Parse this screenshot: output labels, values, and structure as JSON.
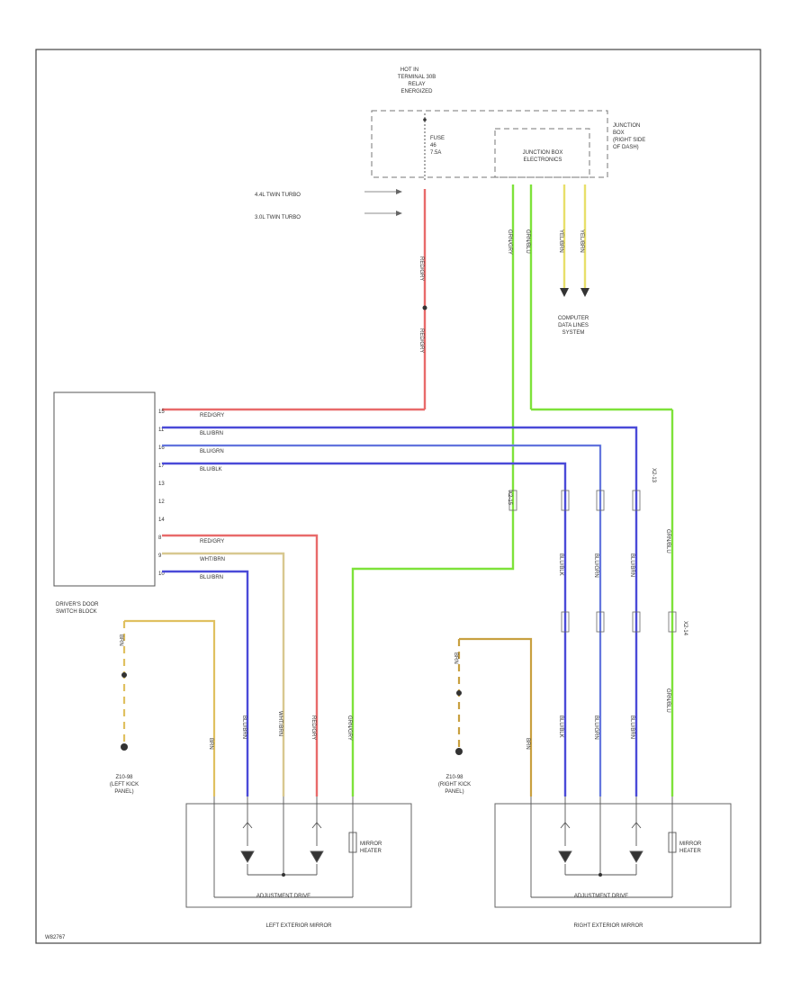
{
  "power": {
    "title_line1": "HOT IN",
    "title_line2": "TERMINAL 30B",
    "title_line3": "RELAY",
    "title_line4": "ENERGIZED",
    "fuse_line1": "FUSE",
    "fuse_line2": "46",
    "fuse_line3": "7.5A"
  },
  "junction_box": {
    "label_line1": "JUNCTION",
    "label_line2": "BOX",
    "label_line3": "(RIGHT SIDE",
    "label_line4": "OF DASH)",
    "electronics_line1": "JUNCTION BOX",
    "electronics_line2": "ELECTRONICS"
  },
  "engine_variants": {
    "v1": "4.4L TWIN TURBO",
    "v2": "3.0L TWIN TURBO"
  },
  "computer_data_lines": {
    "line1": "COMPUTER",
    "line2": "DATA LINES",
    "line3": "SYSTEM"
  },
  "driver_switch_block": {
    "line1": "DRIVER'S DOOR",
    "line2": "SWITCH BLOCK",
    "pins": [
      "15",
      "11",
      "16",
      "17",
      "13",
      "12",
      "14",
      "8",
      "9",
      "10"
    ],
    "wires": [
      "RED/GRY",
      "BLU/BRN",
      "BLU/GRN",
      "BLU/BLK",
      "",
      "",
      "",
      "RED/GRY",
      "WHT/BRN",
      "BLU/BRN"
    ]
  },
  "grounds": {
    "left_line1": "Z10-98",
    "left_line2": "(LEFT KICK",
    "left_line3": "PANEL)",
    "right_line1": "Z10-98",
    "right_line2": "(RIGHT KICK",
    "right_line3": "PANEL)",
    "wire_label": "BRN"
  },
  "mirrors": {
    "left_label": "LEFT EXTERIOR MIRROR",
    "right_label": "RIGHT EXTERIOR MIRROR",
    "drive_label": "ADJUSTMENT DRIVE",
    "heater_line1": "MIRROR",
    "heater_line2": "HEATER"
  },
  "wire_labels": {
    "red_gry": "RED/GRY",
    "grn_gry": "GRN/GRY",
    "grn_blu": "GRN/BLU",
    "yel_brn": "YEL/BRN",
    "blu_brn": "BLU/BRN",
    "blu_grn": "BLU/GRN",
    "blu_blk": "BLU/BLK",
    "wht_brn": "WHT/BRN"
  },
  "connectors": {
    "x1": "X2-15",
    "x2": "X2-13",
    "x3": "X2-14"
  },
  "footer": {
    "code": "W82767"
  },
  "colors": {
    "red": "#e86a6a",
    "blue": "#4a4ad8",
    "lightblue": "#8fb8e8",
    "green": "#7ee23a",
    "yellow": "#e8df6a",
    "tan": "#d8c890",
    "border": "#555555"
  }
}
